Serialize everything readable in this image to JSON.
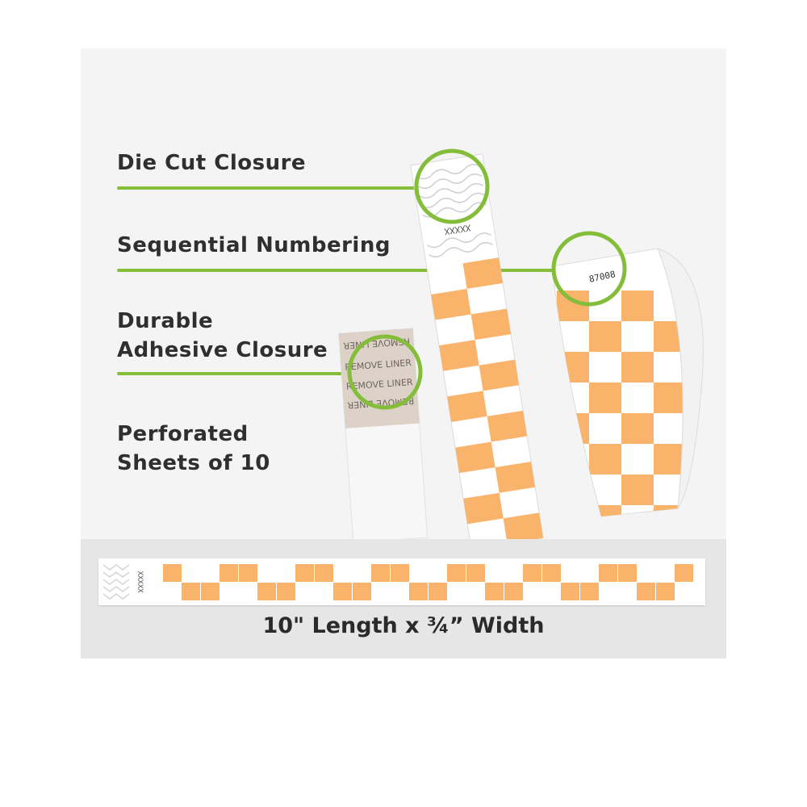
{
  "features": [
    {
      "key": "die-cut",
      "label": "Die Cut Closure"
    },
    {
      "key": "sequential",
      "label": "Sequential Numbering"
    },
    {
      "key": "adhesive",
      "label": "Durable\nAdhesive Closure"
    },
    {
      "key": "perforated",
      "label": "Perforated\nSheets of 10"
    }
  ],
  "band": {
    "serial_placeholder": "XXXXX",
    "serial_number": "87008",
    "liner_text": "REMOVE LINER"
  },
  "dimension": {
    "label": "10\" Length x ¾” Width"
  },
  "colors": {
    "accent_green": "#84bd3a",
    "checker_orange": "#f9b36a",
    "band_white": "#ffffff",
    "liner_beige": "#dcd2c7"
  }
}
